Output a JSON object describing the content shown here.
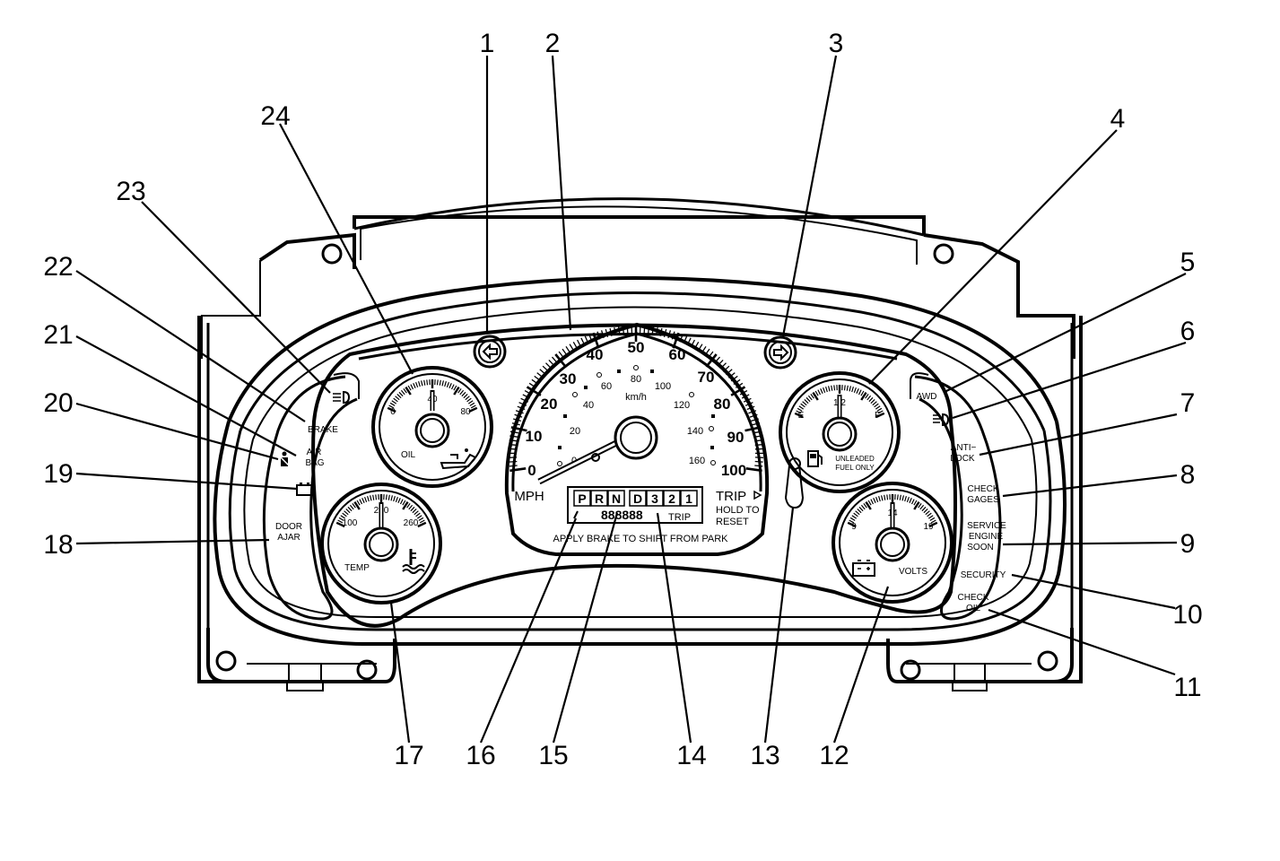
{
  "callouts": [
    "1",
    "2",
    "3",
    "4",
    "5",
    "6",
    "7",
    "8",
    "9",
    "10",
    "11",
    "12",
    "13",
    "14",
    "15",
    "16",
    "17",
    "18",
    "19",
    "20",
    "21",
    "22",
    "23",
    "24"
  ],
  "speedometer": {
    "mph_ticks": [
      "0",
      "10",
      "20",
      "30",
      "40",
      "50",
      "60",
      "70",
      "80",
      "90",
      "100"
    ],
    "kmh_ticks": [
      "0",
      "20",
      "40",
      "60",
      "80",
      "100",
      "120",
      "140",
      "160"
    ],
    "kmh_unit": "km/h",
    "mph_unit": "MPH",
    "trip": "TRIP",
    "hold_to": "HOLD TO",
    "reset": "RESET",
    "odometer": "888888",
    "trip_small": "TRIP",
    "apply_brake": "APPLY BRAKE TO SHIFT FROM PARK",
    "prndl": [
      "P",
      "R",
      "N",
      "D",
      "3",
      "2",
      "1"
    ]
  },
  "oil_gauge": {
    "ticks": [
      "0",
      "40",
      "80"
    ],
    "label": "OIL"
  },
  "temp_gauge": {
    "ticks": [
      "100",
      "210",
      "260"
    ],
    "label": "TEMP"
  },
  "fuel_gauge": {
    "e": "E",
    "half": "1/2",
    "f": "F",
    "line1": "UNLEADED",
    "line2": "FUEL ONLY"
  },
  "volts_gauge": {
    "ticks": [
      "9",
      "14",
      "19"
    ],
    "label": "VOLTS"
  },
  "left_lamps": {
    "brake": "BRAKE",
    "air": "AIR",
    "bag": "BAG",
    "door": "DOOR",
    "ajar": "AJAR"
  },
  "right_lamps": {
    "awd": "AWD",
    "anti": "ANTI−",
    "lock": "LOCK",
    "check1": "CHECK",
    "gages": "GAGES",
    "service": "SERVICE",
    "engine": "ENGINE",
    "soon": "SOON",
    "security": "SECURITY",
    "check2": "CHECK",
    "oil": "OIL"
  }
}
